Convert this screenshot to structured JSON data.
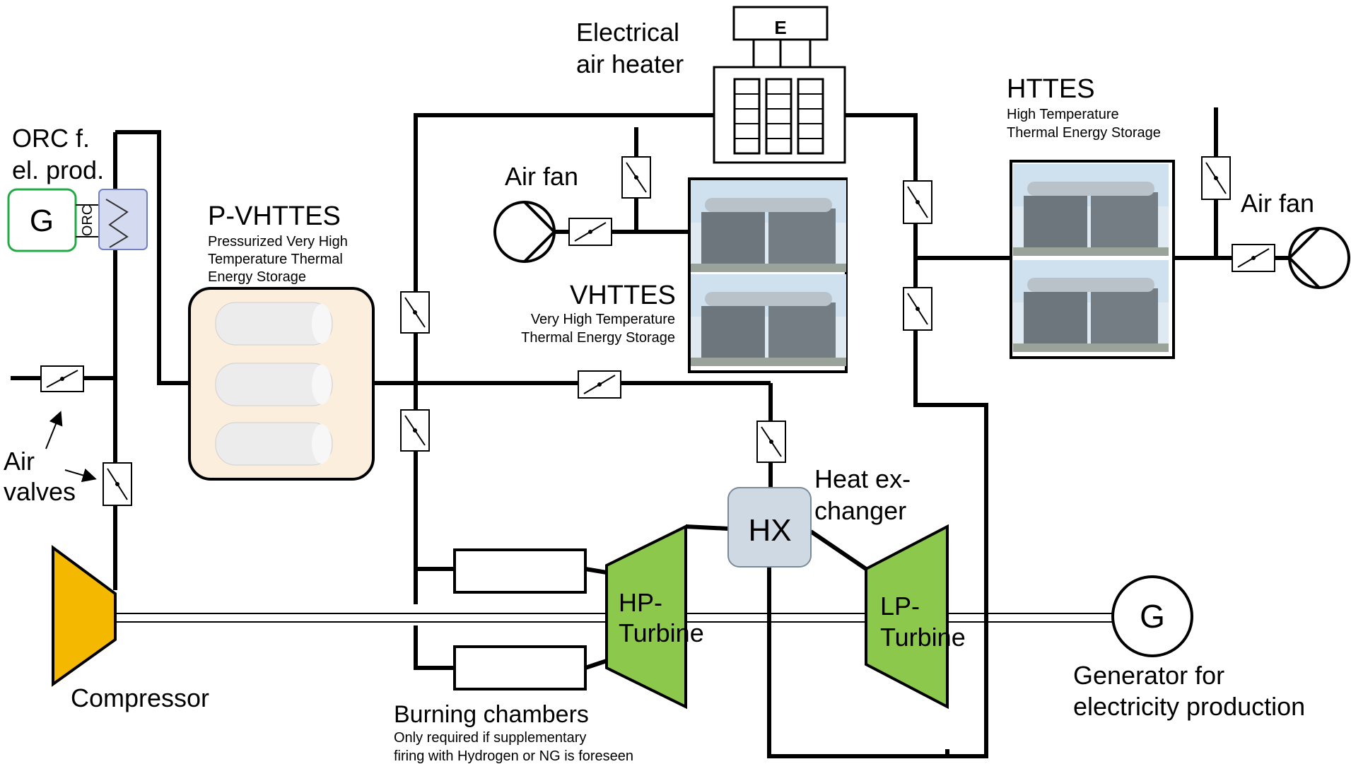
{
  "labels": {
    "electrical_heater": [
      "Electrical",
      "air heater"
    ],
    "e_box": "E",
    "orc_title": [
      "ORC f.",
      "el. prod."
    ],
    "orc_g": "G",
    "orc_tag": "ORC",
    "pv_title": "P-VHTTES",
    "pv_desc": [
      "Pressurized Very High",
      "Temperature Thermal",
      "Energy Storage"
    ],
    "air_fan_left": "Air fan",
    "vh_title": "VHTTES",
    "vh_desc": [
      "Very High Temperature",
      "Thermal Energy Storage"
    ],
    "ht_title": "HTTES",
    "ht_desc": [
      "High Temperature",
      "Thermal Energy Storage"
    ],
    "air_fan_right": "Air fan",
    "air_valves": [
      "Air",
      "valves"
    ],
    "heat_exchanger": [
      "Heat ex-",
      "changer"
    ],
    "hx": "HX",
    "hp_turbine": [
      "HP-",
      "Turbine"
    ],
    "lp_turbine": [
      "LP-",
      "Turbine"
    ],
    "generator_g": "G",
    "generator_label": [
      "Generator for",
      "electricity production"
    ],
    "compressor": "Compressor",
    "burning_title": "Burning chambers",
    "burning_desc": [
      "Only required if supplementary",
      "firing with Hydrogen or NG is foreseen"
    ]
  },
  "colors": {
    "compressor": "#f5b800",
    "turbine": "#8cc84b",
    "hx_fill": "#cfd9e3",
    "orc_border": "#22aa44",
    "orc_hx_fill": "#d4daf0",
    "pv_fill": "#fbeedd",
    "photo_sky": "#dfe9f2",
    "photo_unit": "#6d767d"
  }
}
